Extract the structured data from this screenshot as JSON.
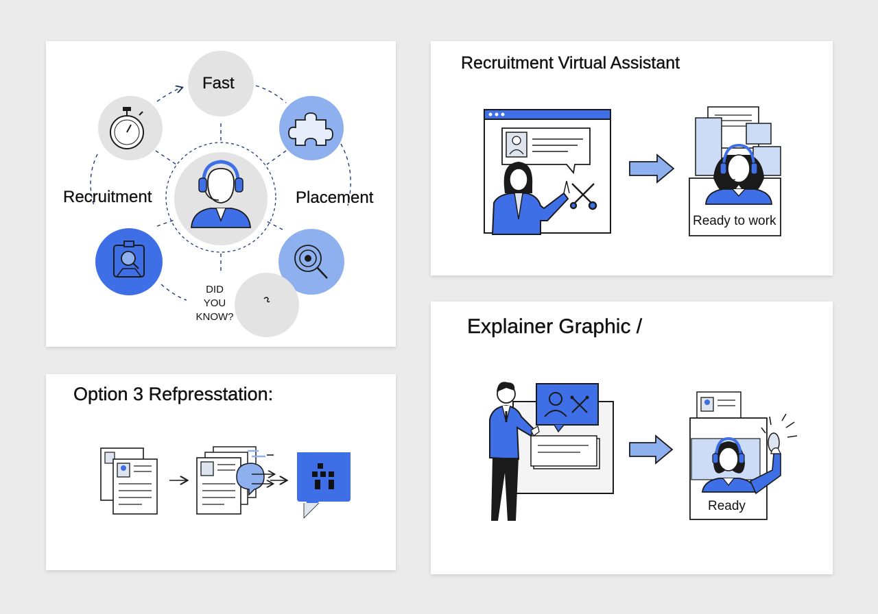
{
  "colors": {
    "accent": "#3f6fe6",
    "accent_light": "#8fb0ee",
    "node_gray": "#e3e3e3",
    "line": "#1a1a1a",
    "background": "#ebebec"
  },
  "panel_cycle": {
    "labels": {
      "fast": "Fast",
      "recruitment": "Recruitment",
      "placement": "Placement",
      "did_you_know": [
        "DID",
        "YOU",
        "KNOW?"
      ]
    },
    "icons": [
      "stopwatch-icon",
      "puzzle-icon",
      "id-badge-icon",
      "target-icon",
      "headset-agent-icon"
    ]
  },
  "panel_assistant": {
    "title": "Recruitment Virtual Assistant",
    "ready_label": "Ready to work",
    "icons": [
      "browser-window-icon",
      "profile-card-icon",
      "tools-icon",
      "arrow-icon",
      "headset-agent-icon"
    ]
  },
  "panel_option3": {
    "title": "Option 3 Refpresstation:",
    "icons": [
      "resume-stack-icon",
      "arrow-icon",
      "processing-documents-icon",
      "chat-grid-icon"
    ]
  },
  "panel_explainer": {
    "title": "Explainer Graphic /",
    "ready_label": "Ready",
    "icons": [
      "presenter-icon",
      "profile-board-icon",
      "arrow-icon",
      "headset-agent-icon"
    ]
  }
}
